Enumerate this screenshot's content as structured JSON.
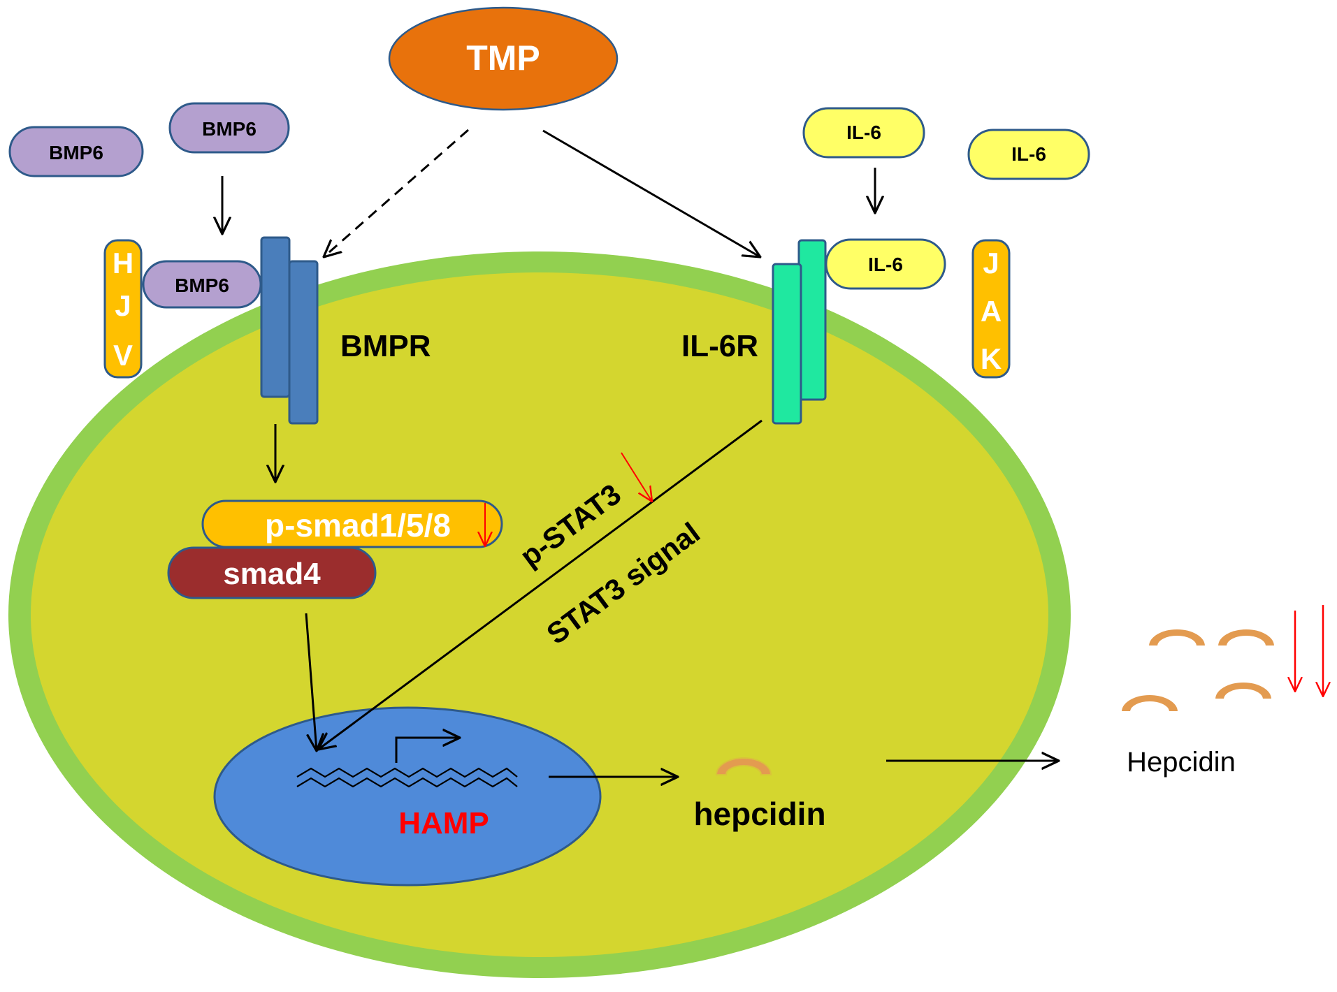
{
  "labels": {
    "tmp": "TMP",
    "bmp6_1": "BMP6",
    "bmp6_2": "BMP6",
    "bmp6_bound": "BMP6",
    "il6_1": "IL-6",
    "il6_2": "IL-6",
    "il6_bound": "IL-6",
    "hjv": [
      "H",
      "J",
      "V"
    ],
    "jak": [
      "J",
      "A",
      "K"
    ],
    "bmpr": "BMPR",
    "il6r": "IL-6R",
    "psmad": "p-smad1/5/8",
    "smad4": "smad4",
    "pstat3": "p-STAT3",
    "stat3_signal": "STAT3 signal",
    "hamp": "HAMP",
    "hepcidin_inner": "hepcidin",
    "hepcidin_outer": "Hepcidin"
  },
  "colors": {
    "cell_membrane": "#92d050",
    "cytoplasm": "#d4d62f",
    "nucleus": "#4f8ad9",
    "tmp": "#e8720c",
    "bmp6": "#b4a0cf",
    "il6": "#ffff66",
    "hjv_jak": "#ffc000",
    "bmpr": "#4a7ebb",
    "il6r": "#1fe8a0",
    "psmad": "#ffc000",
    "smad4": "#9b2d2d",
    "hepcidin_shape": "#e39b50",
    "decrease_arrow": "#ff0000",
    "hamp_text": "#ff0000",
    "outline": "#2e5a8a",
    "arrow": "#000000"
  }
}
